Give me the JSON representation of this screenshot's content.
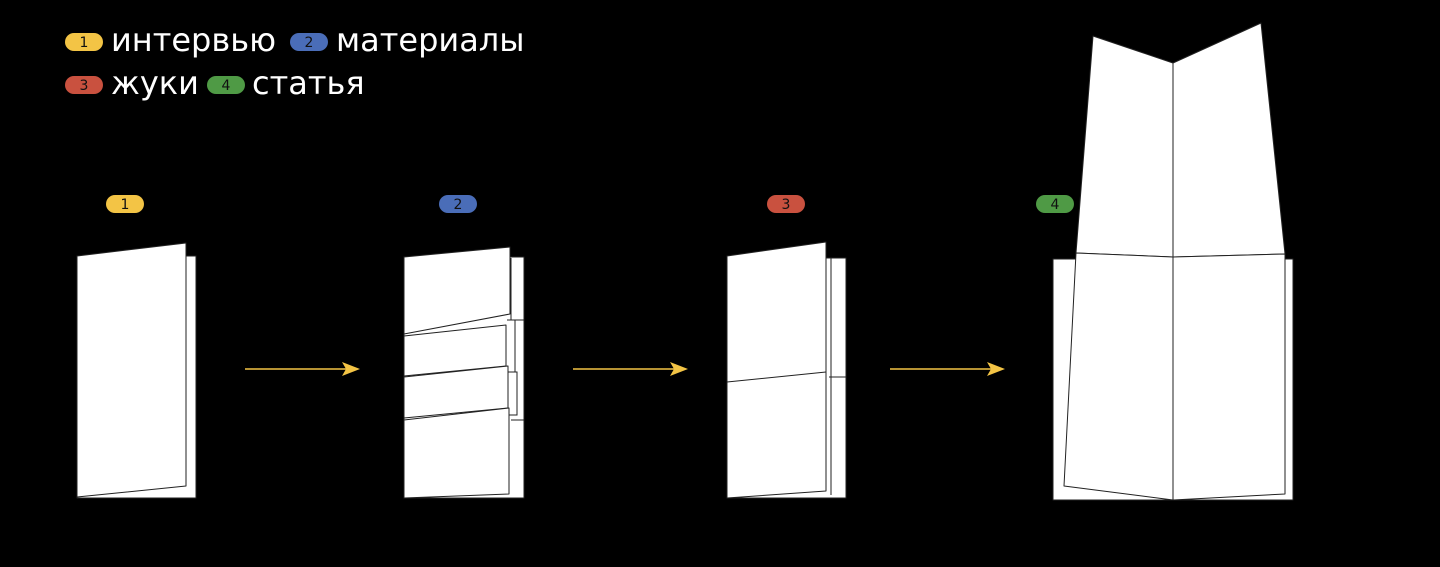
{
  "legend": [
    {
      "num": "1",
      "label": "интервью",
      "color": "#F3C445"
    },
    {
      "num": "2",
      "label": "материалы",
      "color": "#4A6DB8"
    },
    {
      "num": "3",
      "label": "жуки",
      "color": "#C9513F"
    },
    {
      "num": "4",
      "label": "статья",
      "color": "#4F9A45"
    }
  ],
  "steps": [
    {
      "num": "1",
      "color": "#F3C445"
    },
    {
      "num": "2",
      "color": "#4A6DB8"
    },
    {
      "num": "3",
      "color": "#C9513F"
    },
    {
      "num": "4",
      "color": "#4F9A45"
    }
  ],
  "arrow_color": "#F3C445",
  "paper_color": "#FFFFFF",
  "stroke_color": "#222222"
}
